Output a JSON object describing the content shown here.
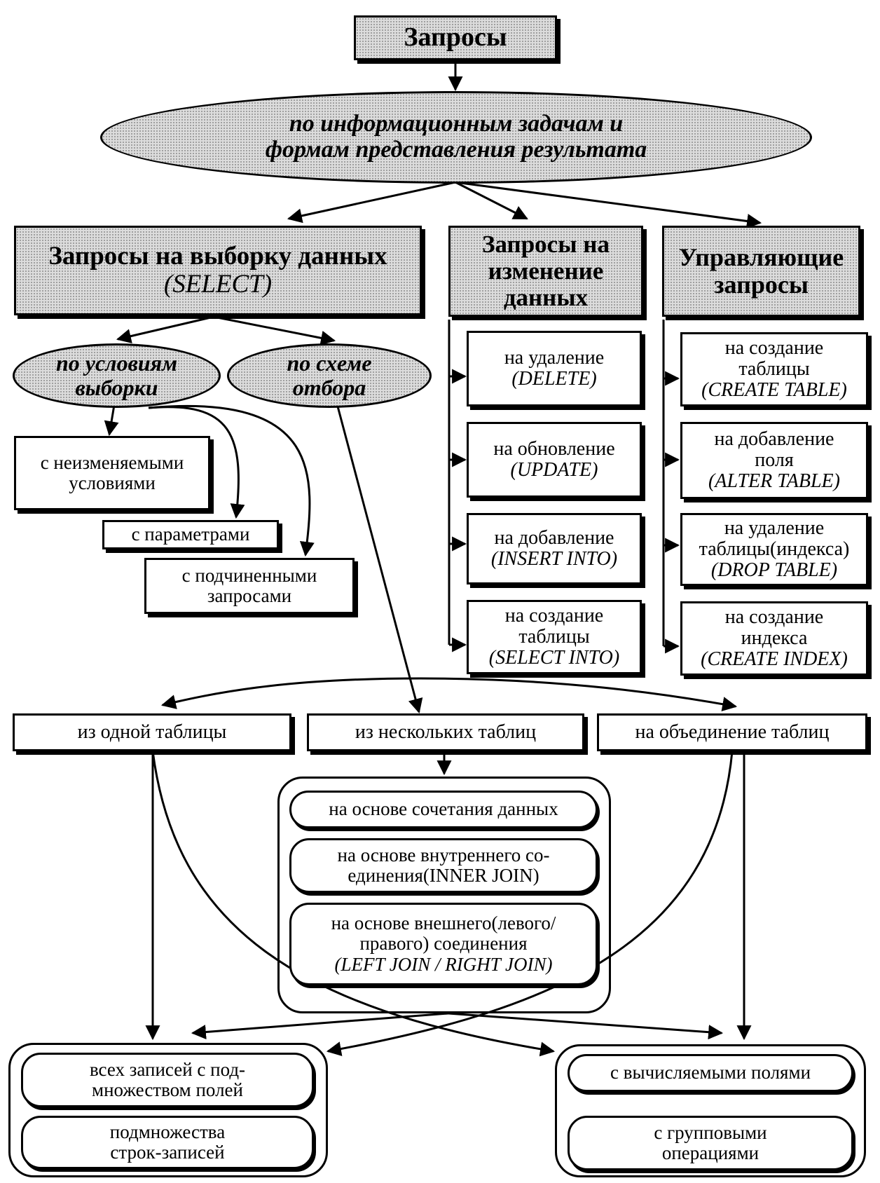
{
  "root": {
    "title": "Запросы"
  },
  "criterion": {
    "line1": "по информационным задачам и",
    "line2": "формам представления результата"
  },
  "select_box": {
    "line1": "Запросы на выборку данных",
    "line2": "(SELECT)"
  },
  "change_box": {
    "line1": "Запросы на",
    "line2": "изменение",
    "line3": "данных"
  },
  "control_box": {
    "line1": "Управляющие",
    "line2": "запросы"
  },
  "by_conditions": {
    "line1": "по условиям",
    "line2": "выборки"
  },
  "by_scheme": {
    "line1": "по схеме",
    "line2": "отбора"
  },
  "conditions": [
    {
      "line1": "с неизменяемыми",
      "line2": "условиями"
    },
    {
      "line1": "с параметрами"
    },
    {
      "line1": "с подчиненными",
      "line2": "запросами"
    }
  ],
  "change_items": [
    {
      "line1": "на удаление",
      "line2": "(DELETE)"
    },
    {
      "line1": "на обновление",
      "line2": "(UPDATE)"
    },
    {
      "line1": "на добавление",
      "line2": "(INSERT INTO)"
    },
    {
      "line1": "на создание",
      "line2": "таблицы",
      "line3": "(SELECT INTO)"
    }
  ],
  "control_items": [
    {
      "line1": "на создание",
      "line2": "таблицы",
      "line3": "(CREATE TABLE)"
    },
    {
      "line1": "на добавление",
      "line2": "поля",
      "line3": "(ALTER TABLE)"
    },
    {
      "line1": "на удаление",
      "line2": "таблицы(индекса)",
      "line3": "(DROP TABLE)"
    },
    {
      "line1": "на создание",
      "line2": "индекса",
      "line3": "(CREATE INDEX)"
    }
  ],
  "table_sources": [
    {
      "label": "из одной таблицы"
    },
    {
      "label": "из нескольких таблиц"
    },
    {
      "label": "на объединение таблиц"
    }
  ],
  "join_types": [
    {
      "line1": "на основе сочетания данных"
    },
    {
      "line1": "на основе внутреннего со-",
      "line2": "единения(INNER JOIN)"
    },
    {
      "line1": "на основе внешнего(левого/",
      "line2": "правого) соединения",
      "line3": "(LEFT JOIN / RIGHT JOIN)"
    }
  ],
  "results_left": [
    {
      "line1": "всех записей с под-",
      "line2": "множеством полей"
    },
    {
      "line1": "подмножества",
      "line2": "строк-записей"
    }
  ],
  "results_right": [
    {
      "line1": "с вычисляемыми полями"
    },
    {
      "line1": "с групповыми",
      "line2": "операциями"
    }
  ]
}
